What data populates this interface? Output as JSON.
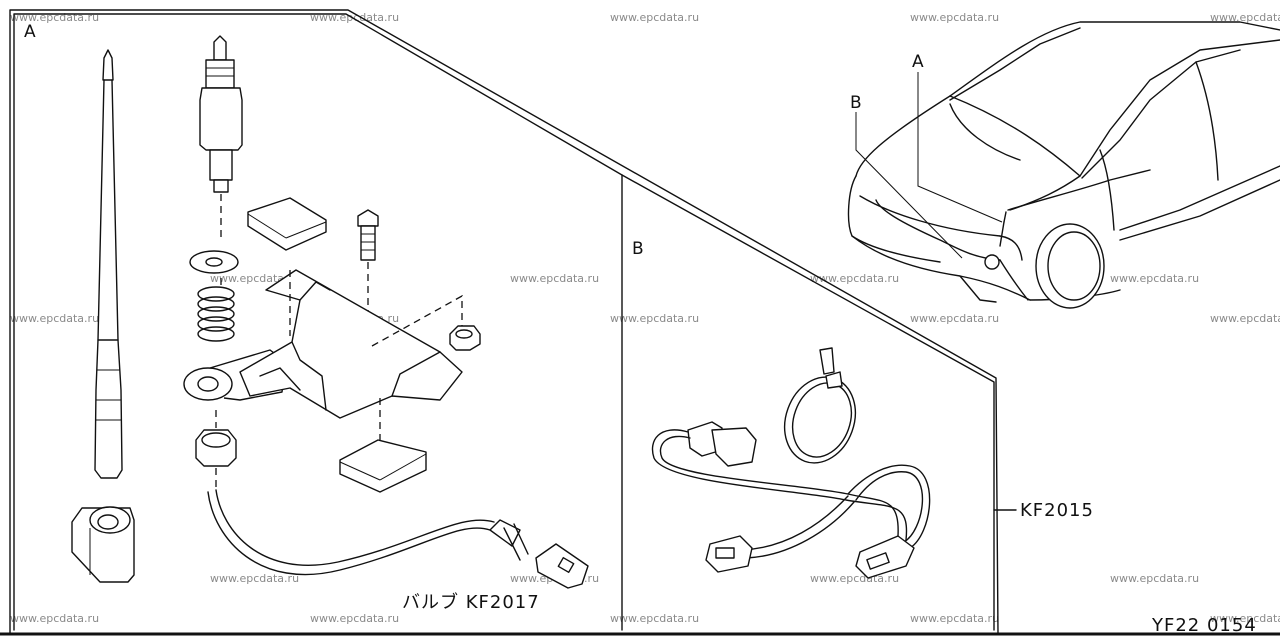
{
  "labels": {
    "panel_a": "A",
    "panel_b": "B",
    "car_a": "A",
    "car_b": "B",
    "part_kf2015": "KF2015",
    "part_kf2017": "バルブ KF2017",
    "figure_code": "YF22 0154"
  },
  "watermark": "www.epcdata.ru"
}
